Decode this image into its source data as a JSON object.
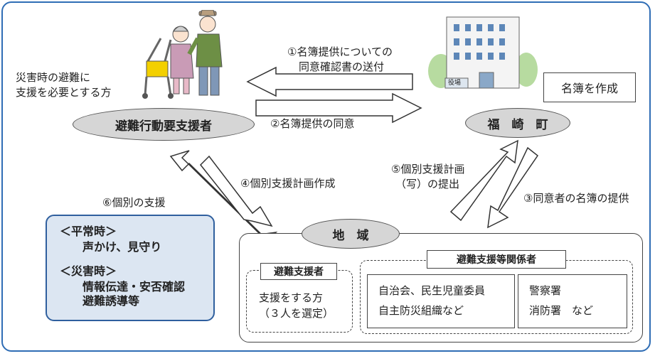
{
  "people": {
    "description_line1": "災害時の避難に",
    "description_line2": "支援を必要とする方",
    "label": "避難行動要支援者"
  },
  "town": {
    "label": "福　崎　町",
    "list_box": "名簿を作成",
    "building_sign": "役場"
  },
  "arrows": {
    "step1_line1": "①名簿提供についての",
    "step1_line2": "同意確認書の送付",
    "step2": "②名簿提供の同意",
    "step3": "③同意者の名簿の提供",
    "step4": "④個別支援計画作成",
    "step5_line1": "⑤個別支援計画",
    "step5_line2": "（写）の提出",
    "step6": "⑥個別の支援"
  },
  "support": {
    "normal_title": "＜平常時＞",
    "normal_item": "声かけ、見守り",
    "disaster_title": "＜災害時＞",
    "disaster_item1": "情報伝達・安否確認",
    "disaster_item2": "避難誘導等"
  },
  "community": {
    "label": "地　域",
    "supporter_title": "避難支援者",
    "supporter_line1": "支援をする方",
    "supporter_line2": "（３人を選定）",
    "related_title": "避難支援等関係者",
    "group1_line1": "自治会、民生児童委員",
    "group1_line2": "自主防災組織など",
    "group2_line1": "警察署",
    "group2_line2": "消防署　など"
  },
  "colors": {
    "frame": "#2f6db5",
    "ellipse_fill": "#d6d6d6",
    "support_box_fill": "#dce6f2",
    "support_box_border": "#2f5f9e"
  }
}
